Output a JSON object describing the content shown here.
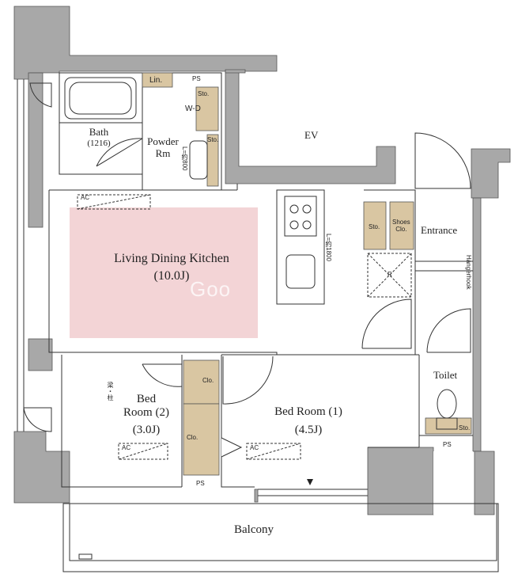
{
  "rooms": {
    "ldk": {
      "name": "Living Dining Kitchen",
      "size": "(10.0J)"
    },
    "bed1": {
      "name": "Bed Room (1)",
      "size": "(4.5J)"
    },
    "bed2": {
      "name_line1": "Bed",
      "name_line2": "Room (2)",
      "size": "(3.0J)"
    },
    "bath": {
      "name": "Bath",
      "size": "(1216)"
    },
    "powder": {
      "line1": "Powder",
      "line2": "Rm"
    },
    "entrance": "Entrance",
    "toilet": "Toilet",
    "balcony": "Balcony",
    "ev": "EV"
  },
  "fixtures": {
    "lin": "Lin.",
    "ps": "PS",
    "sto": "Sto.",
    "wd": "W-D",
    "clo": "Clo.",
    "shoes_line1": "Shoes",
    "shoes_line2": "Clo.",
    "ac": "AC",
    "r": "R",
    "hanger_hook": "Hangerhook",
    "counter_800": "L=約800",
    "counter_1800": "L=約1800",
    "column_mark": "梁・柱"
  },
  "watermark": "Goo",
  "colors": {
    "wall": "#a8a8a8",
    "ldk_highlight": "#f3d4d6",
    "storage": "#d9c6a2",
    "line": "#333333"
  }
}
